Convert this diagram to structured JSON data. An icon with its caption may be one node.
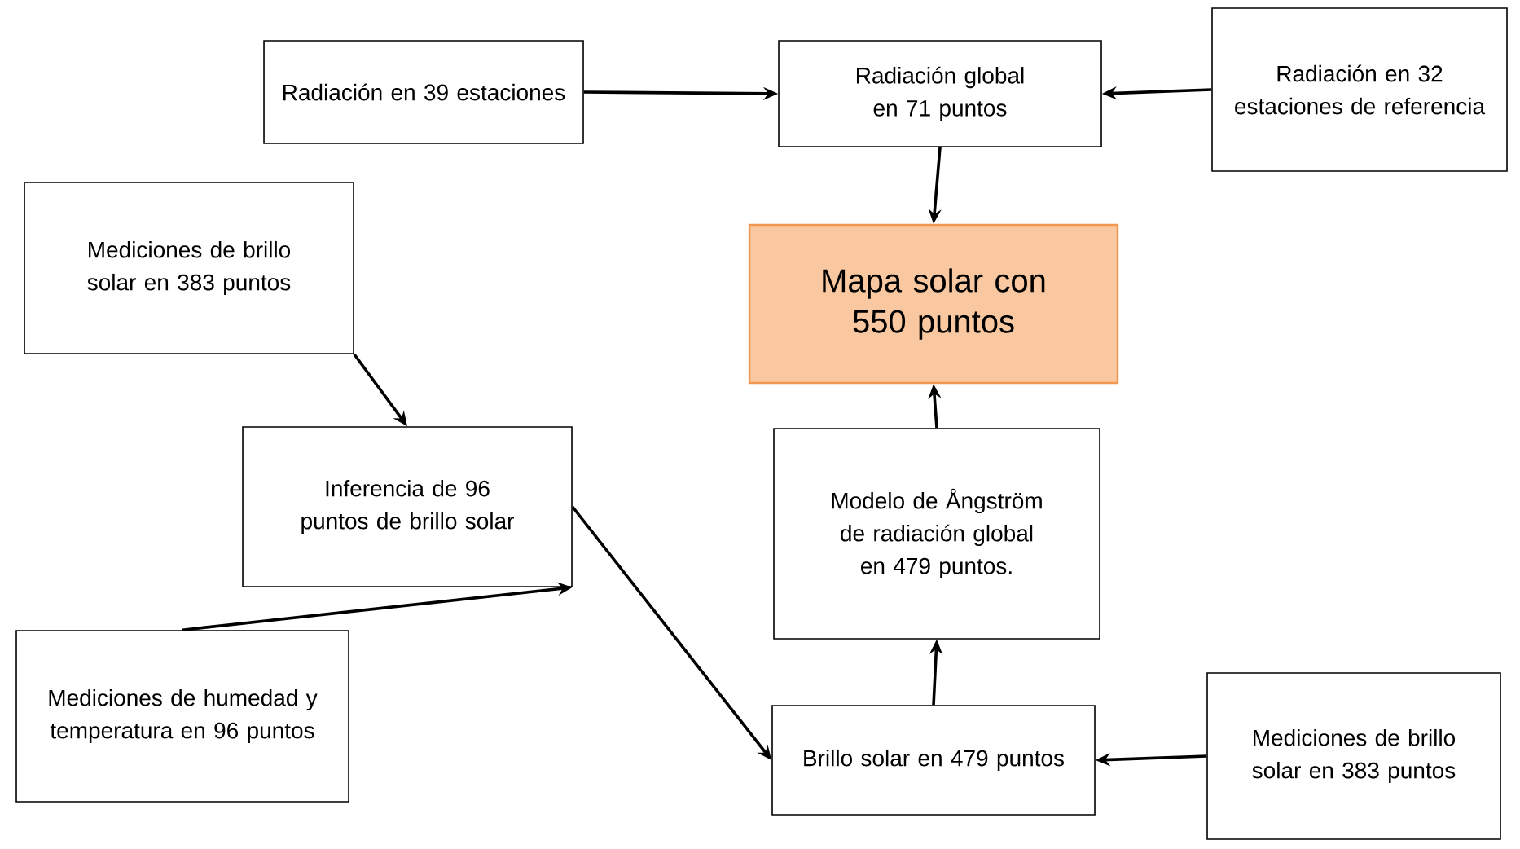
{
  "diagram": {
    "nodes": [
      {
        "text": [
          "Radiación en 39 estaciones"
        ]
      },
      {
        "text": [
          "Radiación global en 71 puntos"
        ]
      },
      {
        "text": [
          "Radiación en 32 estaciones de referencia"
        ]
      },
      {
        "text": [
          "Mediciones de brillo solar en 383 puntos"
        ]
      },
      {
        "text": [
          "Mapa solar con 550 puntos"
        ]
      },
      {
        "text": [
          "Inferencia de 96 puntos de brillo solar"
        ]
      },
      {
        "text": [
          "Modelo de Ångström de radiación global en 479 puntos."
        ]
      },
      {
        "text": [
          "Mediciones de humedad y temperatura en 96 puntos"
        ]
      },
      {
        "text": [
          "Brillo solar en 479 puntos"
        ]
      },
      {
        "text": [
          "Mediciones de brillo solar en 383 puntos"
        ]
      }
    ],
    "edges": [
      {
        "from": 0,
        "to": 1,
        "arrow": "to"
      },
      {
        "from": 2,
        "to": 1,
        "arrow": "to"
      },
      {
        "from": 1,
        "to": 4,
        "arrow": "to"
      },
      {
        "from": 3,
        "to": 5,
        "arrow": "to"
      },
      {
        "from": 7,
        "to": 5,
        "arrow": "to"
      },
      {
        "from": 5,
        "to": 8,
        "arrow": "to"
      },
      {
        "from": 8,
        "to": 6,
        "arrow": "to"
      },
      {
        "from": 6,
        "to": 4,
        "arrow": "to"
      },
      {
        "from": 9,
        "to": 8,
        "arrow": "to"
      }
    ]
  }
}
